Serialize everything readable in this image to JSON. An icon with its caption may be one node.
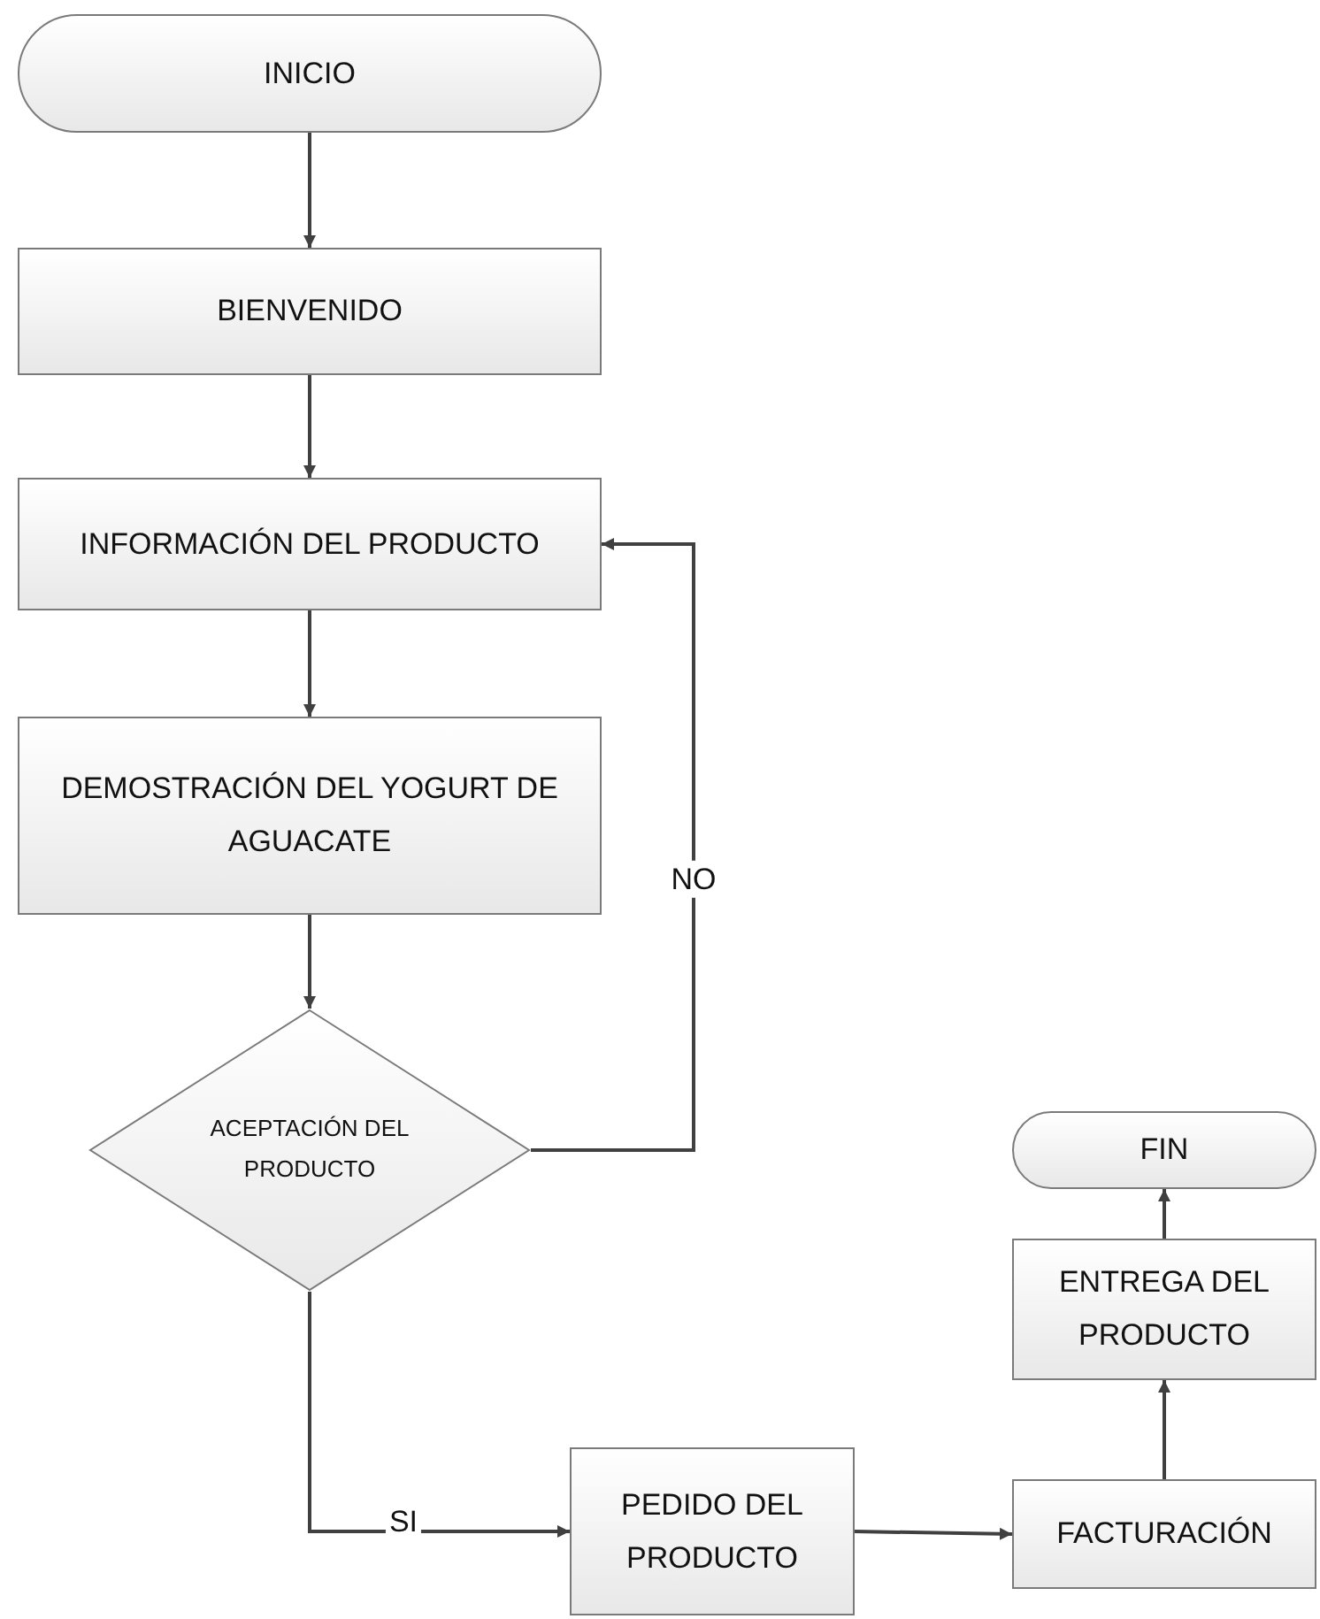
{
  "diagram": {
    "nodes": [
      {
        "text": [
          "INICIO"
        ]
      },
      {
        "text": [
          "BIENVENIDO"
        ]
      },
      {
        "text": [
          "INFORMACIÓN DEL PRODUCTO"
        ]
      },
      {
        "text": [
          "DEMOSTRACIÓN DEL YOGURT DE AGUACATE"
        ]
      },
      {
        "text": [
          "ACEPTACIÓN DEL PRODUCTO"
        ]
      },
      {
        "text": [
          "PEDIDO DEL PRODUCTO"
        ]
      },
      {
        "text": [
          "FACTURACIÓN"
        ]
      },
      {
        "text": [
          "ENTREGA DEL PRODUCTO"
        ]
      },
      {
        "text": [
          "FIN"
        ]
      }
    ],
    "edges": [
      {
        "from": 0,
        "to": 1,
        "arrow": "to"
      },
      {
        "from": 1,
        "to": 2,
        "arrow": "to"
      },
      {
        "from": 2,
        "to": 3,
        "arrow": "to"
      },
      {
        "from": 3,
        "to": 4,
        "arrow": "to"
      },
      {
        "from": 4,
        "to": 2,
        "arrow": "to",
        "label": "NO"
      },
      {
        "from": 4,
        "to": 5,
        "arrow": "to",
        "label": "SI"
      },
      {
        "from": 5,
        "to": 6,
        "arrow": "to"
      },
      {
        "from": 6,
        "to": 7,
        "arrow": "to"
      },
      {
        "from": 7,
        "to": 8,
        "arrow": "to"
      }
    ]
  }
}
